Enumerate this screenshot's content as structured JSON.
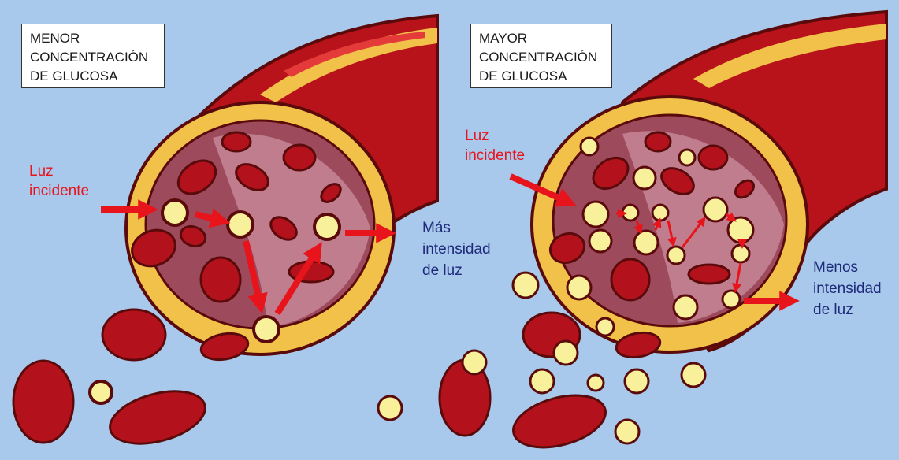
{
  "left_panel": {
    "title_lines": [
      "MENOR",
      "CONCENTRACIÓN",
      "DE GLUCOSA"
    ],
    "incident_lines": [
      "Luz",
      "incidente"
    ],
    "result_lines": [
      "Más",
      "intensidad",
      "de luz"
    ]
  },
  "right_panel": {
    "title_lines": [
      "MAYOR",
      "CONCENTRACIÓN",
      "DE GLUCOSA"
    ],
    "incident_lines": [
      "Luz",
      "incidente"
    ],
    "result_lines": [
      "Menos",
      "intensidad",
      "de luz"
    ]
  },
  "colors": {
    "background": "#a8c8ec",
    "vessel_wall": "#b8121a",
    "vessel_stripe": "#f2c14a",
    "lumen": "#9c4a5c",
    "blood_cell": "#b3121c",
    "glucose": "#f8f09a",
    "arrow": "#e8141c",
    "result_text": "#1e2a7a"
  },
  "icons": {
    "blood_cell": "red-blood-cell-icon",
    "glucose": "glucose-particle-icon",
    "arrow": "light-arrow-icon"
  }
}
